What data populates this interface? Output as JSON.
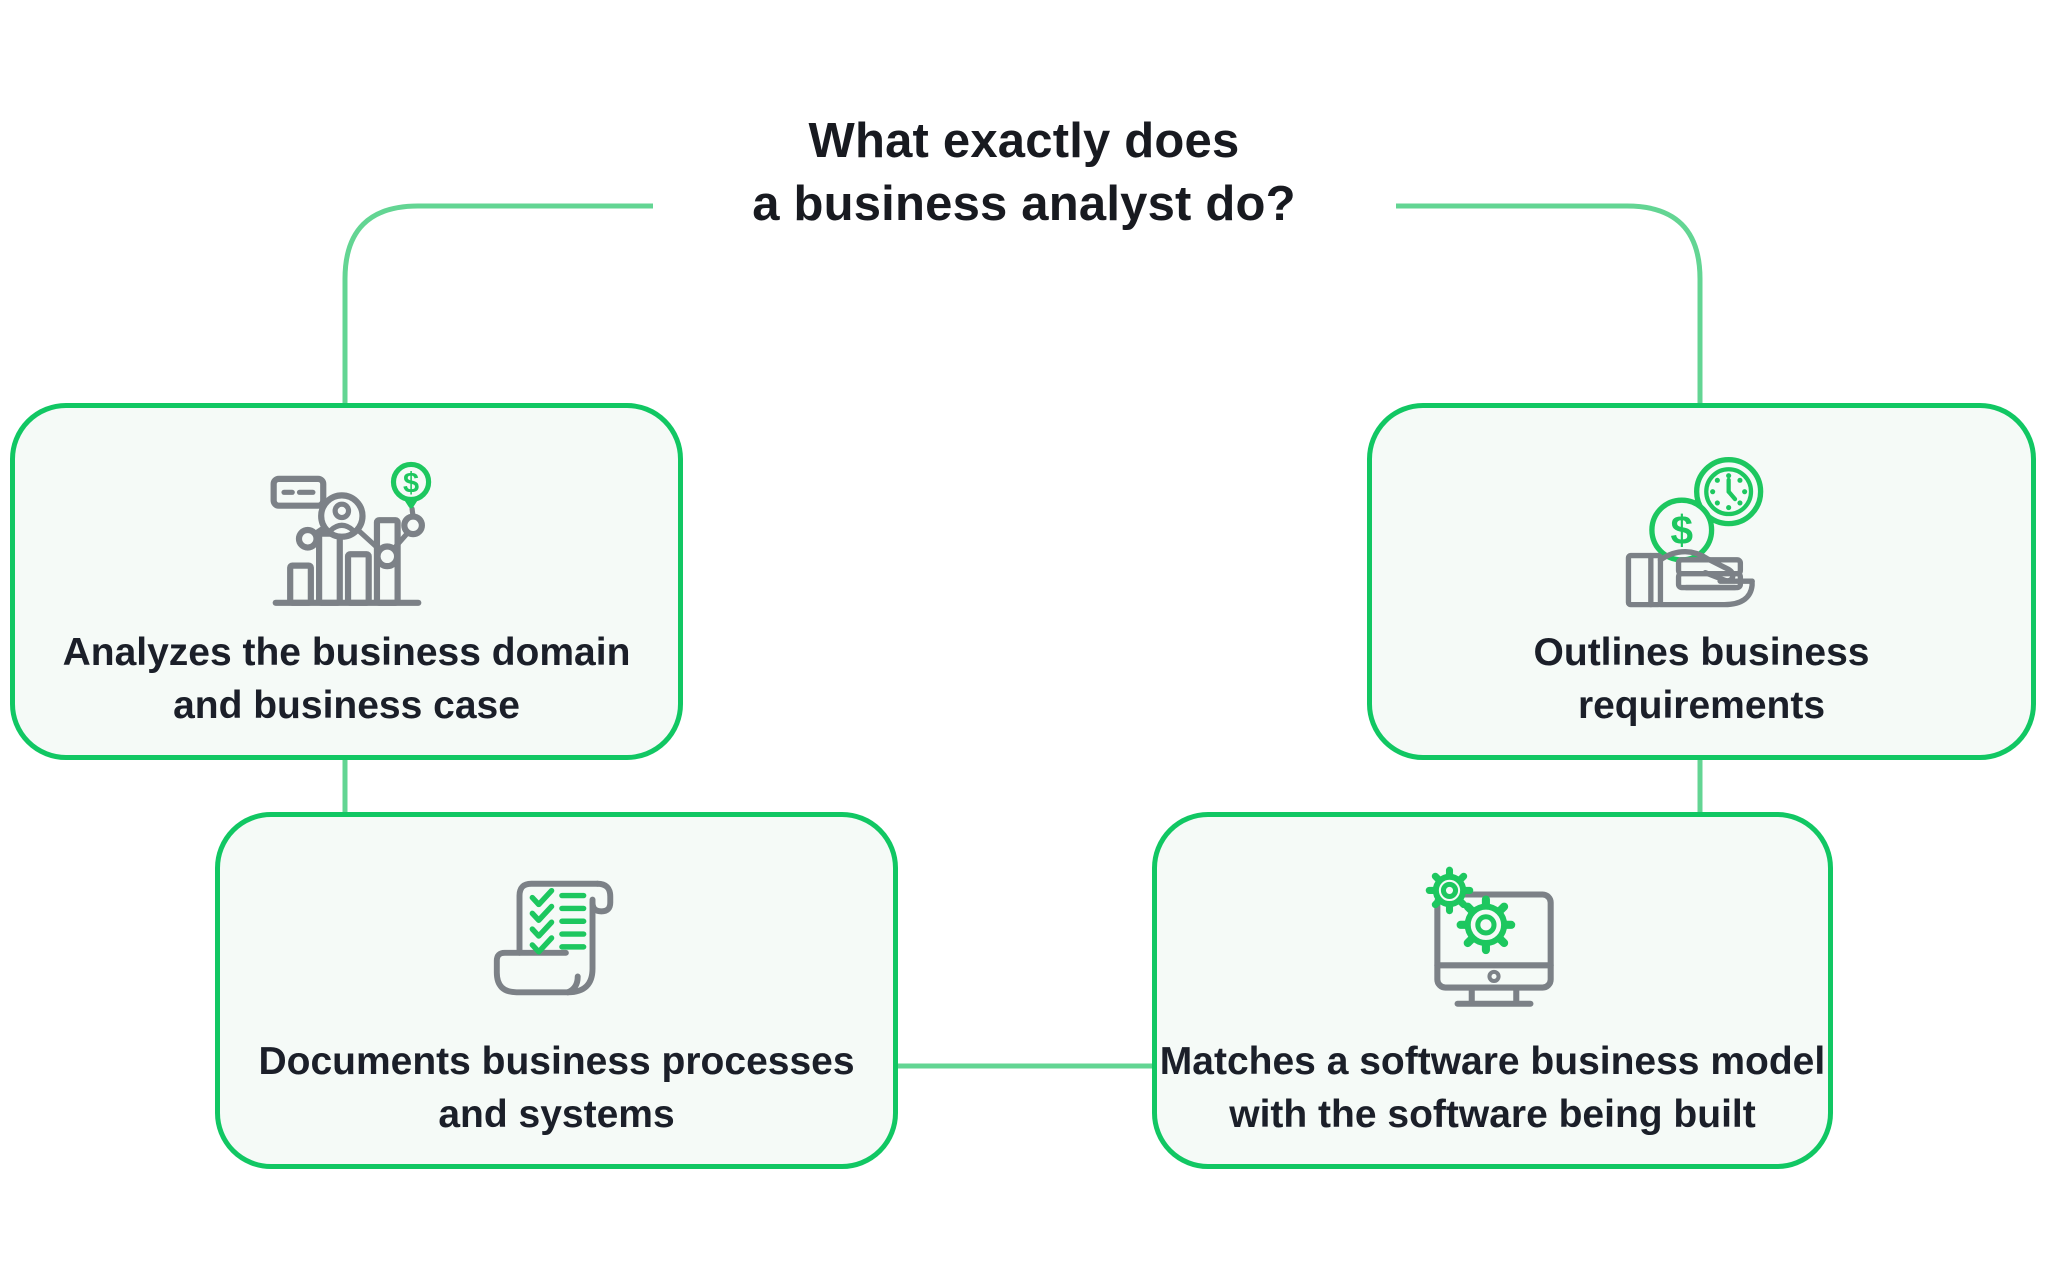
{
  "title": {
    "line1": "What exactly does",
    "line2": "a business analyst do?"
  },
  "cards": [
    {
      "name": "analyzes-business-domain",
      "icon": "bar-chart-dollar-icon",
      "lines": [
        "Analyzes the business domain",
        "and business case"
      ]
    },
    {
      "name": "outlines-business-requirements",
      "icon": "hand-coins-clock-icon",
      "lines": [
        "Outlines business",
        "requirements"
      ]
    },
    {
      "name": "documents-business-processes",
      "icon": "scroll-checklist-icon",
      "lines": [
        "Documents business processes",
        "and systems"
      ]
    },
    {
      "name": "matches-software-business-model",
      "icon": "monitor-gears-icon",
      "lines": [
        "Matches a software business model",
        "with the software being built"
      ]
    }
  ],
  "icon_glyphs": {
    "dollar_sign": "$"
  },
  "colors": {
    "card_border_green": "#11c763",
    "connector_green": "#63d593",
    "card_bg": "#f5faf7",
    "icon_gray": "#7c8187",
    "icon_green": "#1dc75f",
    "title_text": "#181a20",
    "card_text": "#1b1f29",
    "page_bg": "#ffffff"
  }
}
